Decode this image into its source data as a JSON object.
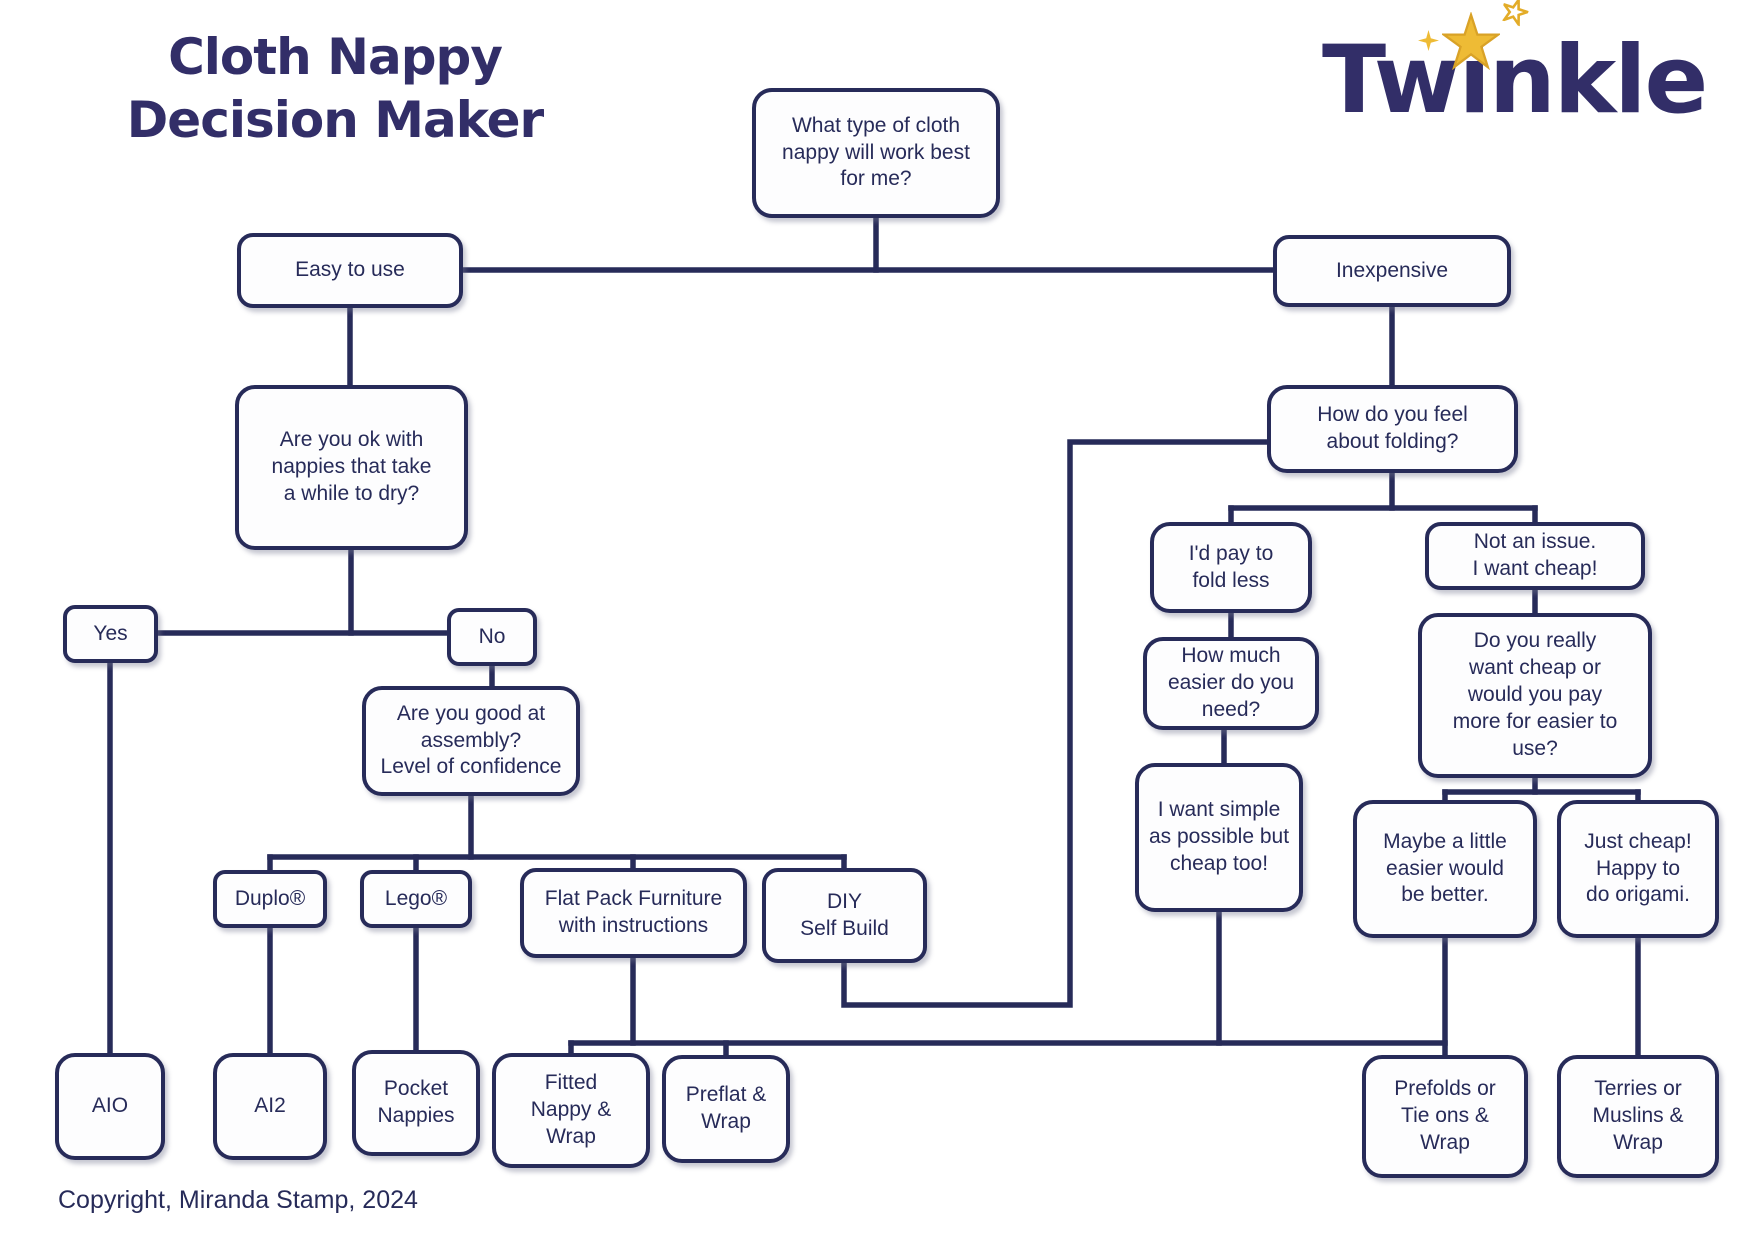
{
  "header": {
    "title_line1": "Cloth Nappy",
    "title_line2": "Decision Maker",
    "logo_text": "Twinkle"
  },
  "footer": {
    "copyright": "Copyright, Miranda Stamp, 2024"
  },
  "colors": {
    "navy": "#272b59",
    "title_navy": "#322e68",
    "star_gold": "#eebb35",
    "box_fill": "#fdfdfe"
  },
  "nodes": {
    "what_type": {
      "label": "What type of cloth\nnappy will work best\nfor me?"
    },
    "easy": {
      "label": "Easy to use"
    },
    "inexpensive": {
      "label": "Inexpensive"
    },
    "dry": {
      "label": "Are you ok with\nnappies that take\na while to dry?"
    },
    "how_feel": {
      "label": "How do you feel\nabout folding?"
    },
    "yes": {
      "label": "Yes"
    },
    "no": {
      "label": "No"
    },
    "assembly": {
      "label": "Are you good at\nassembly?\nLevel of confidence"
    },
    "duplo": {
      "label": "Duplo®"
    },
    "lego": {
      "label": "Lego®"
    },
    "flatpack": {
      "label": "Flat Pack Furniture\nwith instructions"
    },
    "diy": {
      "label": "DIY\nSelf Build"
    },
    "aio": {
      "label": "AIO"
    },
    "ai2": {
      "label": "AI2"
    },
    "pocket": {
      "label": "Pocket\nNappies"
    },
    "fitted": {
      "label": "Fitted\nNappy &\nWrap"
    },
    "preflat": {
      "label": "Preflat &\nWrap"
    },
    "idpay": {
      "label": "I'd pay to\nfold less"
    },
    "notissue": {
      "label": "Not an issue.\nI want cheap!"
    },
    "howmuch": {
      "label": "How much\neasier do you\nneed?"
    },
    "really": {
      "label": "Do you really\nwant cheap or\nwould you pay\nmore for easier to\nuse?"
    },
    "simple": {
      "label": "I want simple\nas possible but\ncheap too!"
    },
    "maybe": {
      "label": "Maybe a little\neasier would\nbe better."
    },
    "justcheap": {
      "label": "Just cheap!\nHappy to\ndo origami."
    },
    "prefolds": {
      "label": "Prefolds or\nTie ons &\nWrap"
    },
    "terries": {
      "label": "Terries or\nMuslins &\nWrap"
    }
  },
  "edges": [
    {
      "from": "what_type",
      "to": "easy"
    },
    {
      "from": "what_type",
      "to": "inexpensive"
    },
    {
      "from": "easy",
      "to": "dry"
    },
    {
      "from": "dry",
      "to": "yes"
    },
    {
      "from": "dry",
      "to": "no"
    },
    {
      "from": "yes",
      "to": "aio"
    },
    {
      "from": "no",
      "to": "assembly"
    },
    {
      "from": "assembly",
      "to": "duplo"
    },
    {
      "from": "assembly",
      "to": "lego"
    },
    {
      "from": "assembly",
      "to": "flatpack"
    },
    {
      "from": "assembly",
      "to": "diy"
    },
    {
      "from": "duplo",
      "to": "ai2"
    },
    {
      "from": "lego",
      "to": "pocket"
    },
    {
      "from": "flatpack",
      "to": "fitted"
    },
    {
      "from": "flatpack",
      "to": "preflat"
    },
    {
      "from": "diy",
      "to": "how_feel"
    },
    {
      "from": "inexpensive",
      "to": "how_feel"
    },
    {
      "from": "how_feel",
      "to": "idpay"
    },
    {
      "from": "how_feel",
      "to": "notissue"
    },
    {
      "from": "idpay",
      "to": "howmuch"
    },
    {
      "from": "howmuch",
      "to": "simple"
    },
    {
      "from": "simple",
      "to": "prefolds"
    },
    {
      "from": "notissue",
      "to": "really"
    },
    {
      "from": "really",
      "to": "maybe"
    },
    {
      "from": "really",
      "to": "justcheap"
    },
    {
      "from": "maybe",
      "to": "prefolds"
    },
    {
      "from": "justcheap",
      "to": "terries"
    }
  ]
}
